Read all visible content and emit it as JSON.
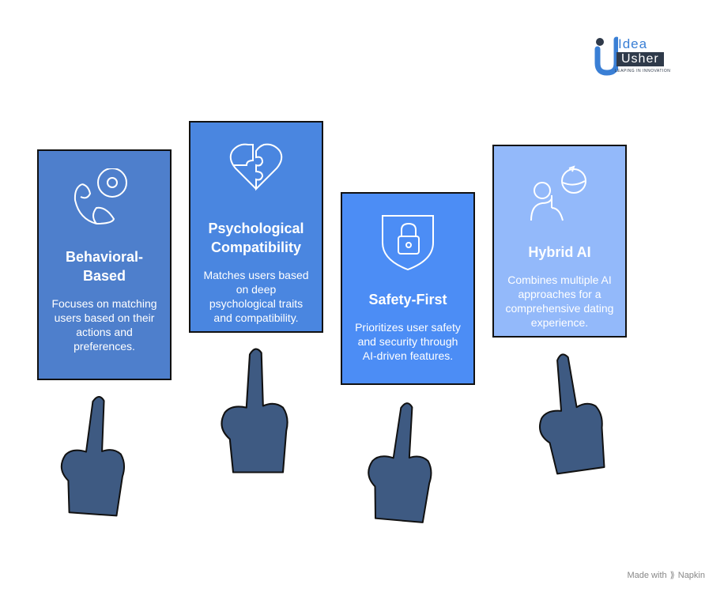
{
  "logo": {
    "line1": "Idea",
    "line2": "Usher",
    "tagline": "LEAPING IN INNOVATION"
  },
  "cards": [
    {
      "icon": "behavior-circles-icon",
      "title": "Behavioral-Based",
      "description": "Focuses on matching users based on their actions and preferences.",
      "color": "#4E7FCC"
    },
    {
      "icon": "puzzle-heart-icon",
      "title": "Psychological Compatibility",
      "description": "Matches users based on deep psychological traits and compatibility.",
      "color": "#4A86E0"
    },
    {
      "icon": "shield-lock-icon",
      "title": "Safety-First",
      "description": "Prioritizes user safety and security through AI-driven features.",
      "color": "#4C8DF5"
    },
    {
      "icon": "person-refresh-icon",
      "title": "Hybrid AI",
      "description": "Combines multiple AI approaches for a comprehensive dating experience.",
      "color": "#93B9FA"
    }
  ],
  "hand_color": "#3E5A82",
  "footer": {
    "text": "Made with",
    "brand": "Napkin"
  }
}
